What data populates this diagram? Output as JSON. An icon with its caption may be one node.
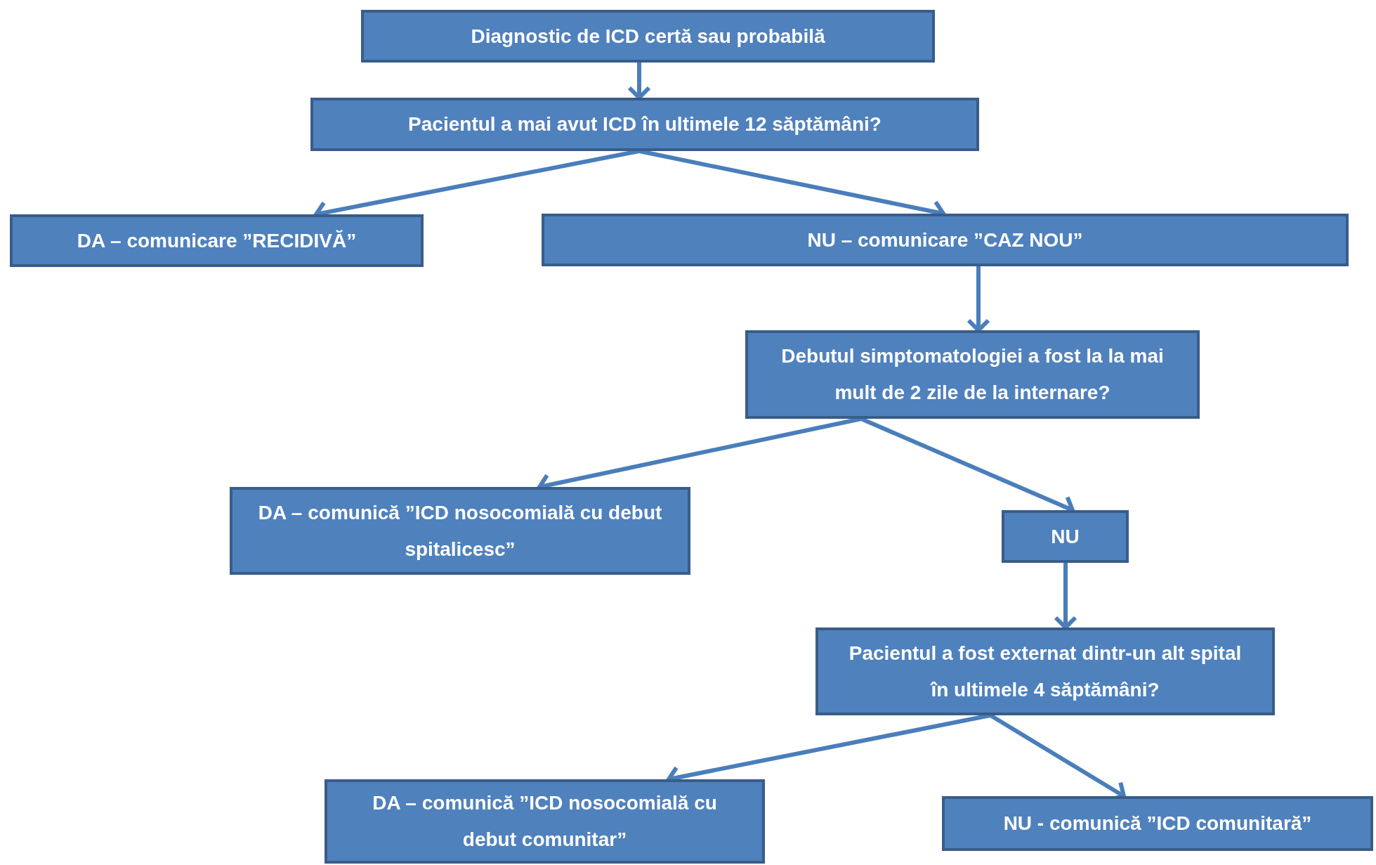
{
  "diagram": {
    "nodes": [
      {
        "text": [
          "Diagnostic de ICD certă sau probabilă"
        ]
      },
      {
        "text": [
          "Pacientul a mai avut ICD în ultimele 12 săptămâni?"
        ]
      },
      {
        "text": [
          "DA – comunicare ”RECIDIVĂ”"
        ]
      },
      {
        "text": [
          "NU – comunicare ”CAZ NOU”"
        ]
      },
      {
        "text": [
          "Debutul simptomatologiei a fost la la mai mult de 2 zile de la internare?"
        ]
      },
      {
        "text": [
          "DA – comunică ”ICD nosocomială cu debut spitalicesc”"
        ]
      },
      {
        "text": [
          "NU"
        ]
      },
      {
        "text": [
          "Pacientul a fost externat dintr-un alt spital în ultimele 4 săptămâni?"
        ]
      },
      {
        "text": [
          "DA – comunică ”ICD nosocomială cu debut comunitar”"
        ]
      },
      {
        "text": [
          "NU - comunică ”ICD comunitară”"
        ]
      }
    ],
    "edges": [
      {
        "from": 0,
        "to": 1,
        "arrow": "to"
      },
      {
        "from": 1,
        "to": 2,
        "arrow": "to"
      },
      {
        "from": 1,
        "to": 3,
        "arrow": "to"
      },
      {
        "from": 3,
        "to": 4,
        "arrow": "to"
      },
      {
        "from": 4,
        "to": 5,
        "arrow": "to"
      },
      {
        "from": 4,
        "to": 6,
        "arrow": "to"
      },
      {
        "from": 6,
        "to": 7,
        "arrow": "to"
      },
      {
        "from": 7,
        "to": 8,
        "arrow": "to"
      },
      {
        "from": 7,
        "to": 9,
        "arrow": "to"
      }
    ]
  }
}
